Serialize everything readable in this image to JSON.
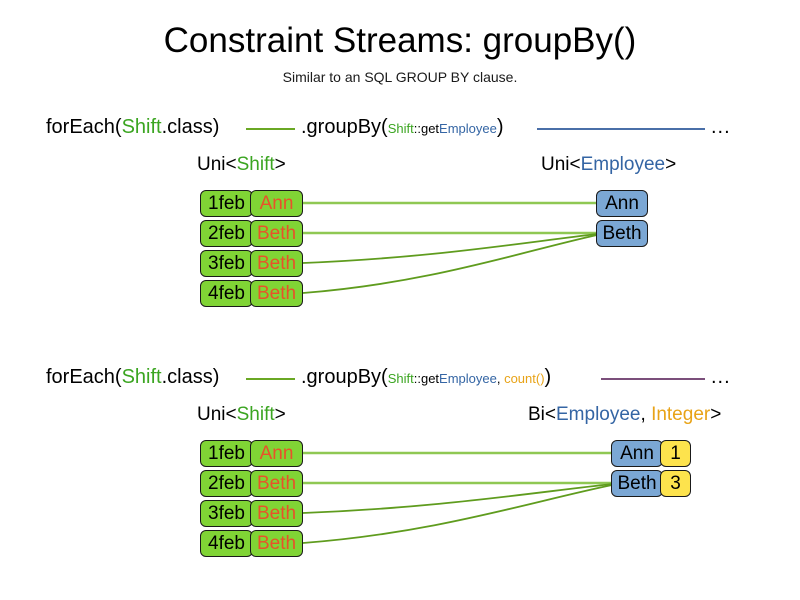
{
  "header": {
    "title": "Constraint Streams: groupBy()",
    "subtitle": "Similar to an SQL GROUP BY clause."
  },
  "colors": {
    "shift_green": "#3ba521",
    "employee_blue": "#3465a4",
    "count_orange": "#e8a317",
    "box_green": "#80d435",
    "box_blue": "#7ba7d4",
    "box_yellow": "#fde34d",
    "name_orange": "#e8522a",
    "link_green": "#6aa824",
    "link_blue": "#4a6fa8",
    "link_purple": "#7b4f7b"
  },
  "sections": [
    {
      "code": {
        "for_each_prefix": "forEach(",
        "for_each_type": "Shift",
        "for_each_suffix": ".class)",
        "group_by_prefix": ".groupBy(",
        "arg_type": "Shift",
        "arg_method": "::get",
        "arg_property": "Employee",
        "group_by_suffix": ")",
        "ellipsis": "..."
      },
      "left_type": {
        "container": "Uni<",
        "generic": "Shift",
        "close": ">"
      },
      "right_type": {
        "container": "Uni<",
        "generic": "Employee",
        "close": ">"
      },
      "shifts": [
        {
          "date": "1feb",
          "employee": "Ann"
        },
        {
          "date": "2feb",
          "employee": "Beth"
        },
        {
          "date": "3feb",
          "employee": "Beth"
        },
        {
          "date": "4feb",
          "employee": "Beth"
        }
      ],
      "groups": [
        {
          "employee": "Ann"
        },
        {
          "employee": "Beth"
        }
      ]
    },
    {
      "code": {
        "for_each_prefix": "forEach(",
        "for_each_type": "Shift",
        "for_each_suffix": ".class)",
        "group_by_prefix": ".groupBy(",
        "arg_type": "Shift",
        "arg_method": "::get",
        "arg_property": "Employee",
        "arg_separator": ", ",
        "arg_collector": "count()",
        "group_by_suffix": ")",
        "ellipsis": "..."
      },
      "left_type": {
        "container": "Uni<",
        "generic": "Shift",
        "close": ">"
      },
      "right_type": {
        "container": "Bi<",
        "generic": "Employee",
        "separator": ", ",
        "generic2": "Integer",
        "close": ">"
      },
      "shifts": [
        {
          "date": "1feb",
          "employee": "Ann"
        },
        {
          "date": "2feb",
          "employee": "Beth"
        },
        {
          "date": "3feb",
          "employee": "Beth"
        },
        {
          "date": "4feb",
          "employee": "Beth"
        }
      ],
      "groups": [
        {
          "employee": "Ann",
          "count": "1"
        },
        {
          "employee": "Beth",
          "count": "3"
        }
      ]
    }
  ]
}
